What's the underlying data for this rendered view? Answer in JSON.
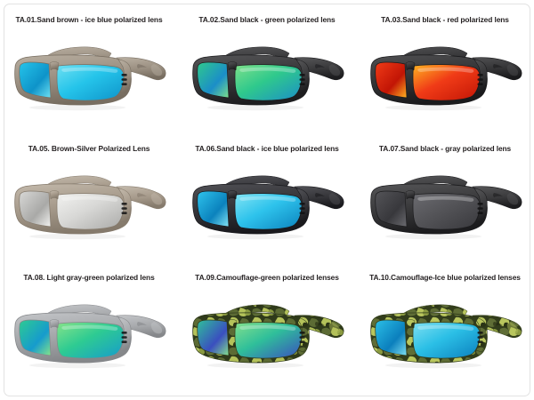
{
  "page": {
    "background_color": "#ffffff",
    "border_color": "#e2e2e2",
    "caption_color": "#231f20",
    "columns": 3,
    "rows": 3
  },
  "products": [
    {
      "code": "TA.01",
      "caption": "TA.01.Sand brown - ice blue polarized lens",
      "frame_color_name": "Sand brown",
      "lens_color_name": "ice blue",
      "frame_hex": "#9c9183",
      "frame_hex_dark": "#776d60",
      "frame_hex_light": "#b9afa1",
      "lens_hex": "#25c4ea",
      "lens_hex_2": "#0e93c9",
      "lens_hex_3": "#6fe0f2",
      "camo": false
    },
    {
      "code": "TA.02",
      "caption": "TA.02.Sand black - green polarized lens",
      "frame_color_name": "Sand black",
      "lens_color_name": "green",
      "frame_hex": "#3a3a3c",
      "frame_hex_dark": "#1d1d1f",
      "frame_hex_light": "#565658",
      "lens_hex": "#2fc98c",
      "lens_hex_2": "#1b8ec8",
      "lens_hex_3": "#7ee08a",
      "camo": false
    },
    {
      "code": "TA.03",
      "caption": "TA.03.Sand black - red polarized lens",
      "frame_color_name": "Sand black",
      "lens_color_name": "red",
      "frame_hex": "#353537",
      "frame_hex_dark": "#1a1a1c",
      "frame_hex_light": "#505052",
      "lens_hex": "#f03b17",
      "lens_hex_2": "#c21505",
      "lens_hex_3": "#ffb422",
      "camo": false
    },
    {
      "code": "TA.05",
      "caption": "TA.05. Brown-Silver Polarized Lens",
      "frame_color_name": "Brown",
      "lens_color_name": "Silver",
      "frame_hex": "#a79b8c",
      "frame_hex_dark": "#857a6c",
      "frame_hex_light": "#c3b9ab",
      "lens_hex": "#d8d8d6",
      "lens_hex_2": "#a9a9a7",
      "lens_hex_3": "#f2f2f0",
      "camo": false
    },
    {
      "code": "TA.06",
      "caption": "TA.06.Sand black - ice blue polarized lens",
      "frame_color_name": "Sand black",
      "lens_color_name": "ice blue",
      "frame_hex": "#36363a",
      "frame_hex_dark": "#19191d",
      "frame_hex_light": "#515156",
      "lens_hex": "#2ec3ec",
      "lens_hex_2": "#0b82bd",
      "lens_hex_3": "#83e4f4",
      "camo": false
    },
    {
      "code": "TA.07",
      "caption": "TA.07.Sand black - gray polarized lens",
      "frame_color_name": "Sand black",
      "lens_color_name": "gray",
      "frame_hex": "#3b3b3d",
      "frame_hex_dark": "#1c1c1e",
      "frame_hex_light": "#565658",
      "lens_hex": "#545458",
      "lens_hex_2": "#38383c",
      "lens_hex_3": "#6b6b70",
      "camo": false
    },
    {
      "code": "TA.08",
      "caption": "TA.08. Light gray-green polarized lens",
      "frame_color_name": "Light gray",
      "lens_color_name": "green",
      "frame_hex": "#a7a9ac",
      "frame_hex_dark": "#85878a",
      "frame_hex_light": "#c3c5c8",
      "lens_hex": "#2ecb92",
      "lens_hex_2": "#169bcd",
      "lens_hex_3": "#86e389",
      "camo": false
    },
    {
      "code": "TA.09",
      "caption": "TA.09.Camouflage-green polarized lenses",
      "frame_color_name": "Camouflage",
      "lens_color_name": "green",
      "frame_hex": "#5c6b34",
      "frame_hex_dark": "#2f3a1a",
      "frame_hex_light": "#b4c25a",
      "lens_hex": "#2fbf9a",
      "lens_hex_2": "#3a4fbf",
      "lens_hex_3": "#84e08c",
      "camo": true
    },
    {
      "code": "TA.10",
      "caption": "TA.10.Camouflage-Ice blue polarized lenses",
      "frame_color_name": "Camouflage",
      "lens_color_name": "Ice blue",
      "frame_hex": "#5f6d36",
      "frame_hex_dark": "#323d1b",
      "frame_hex_light": "#b9c65e",
      "lens_hex": "#2bbfe6",
      "lens_hex_2": "#0b7fbd",
      "lens_hex_3": "#7fe0f2",
      "camo": true
    }
  ]
}
